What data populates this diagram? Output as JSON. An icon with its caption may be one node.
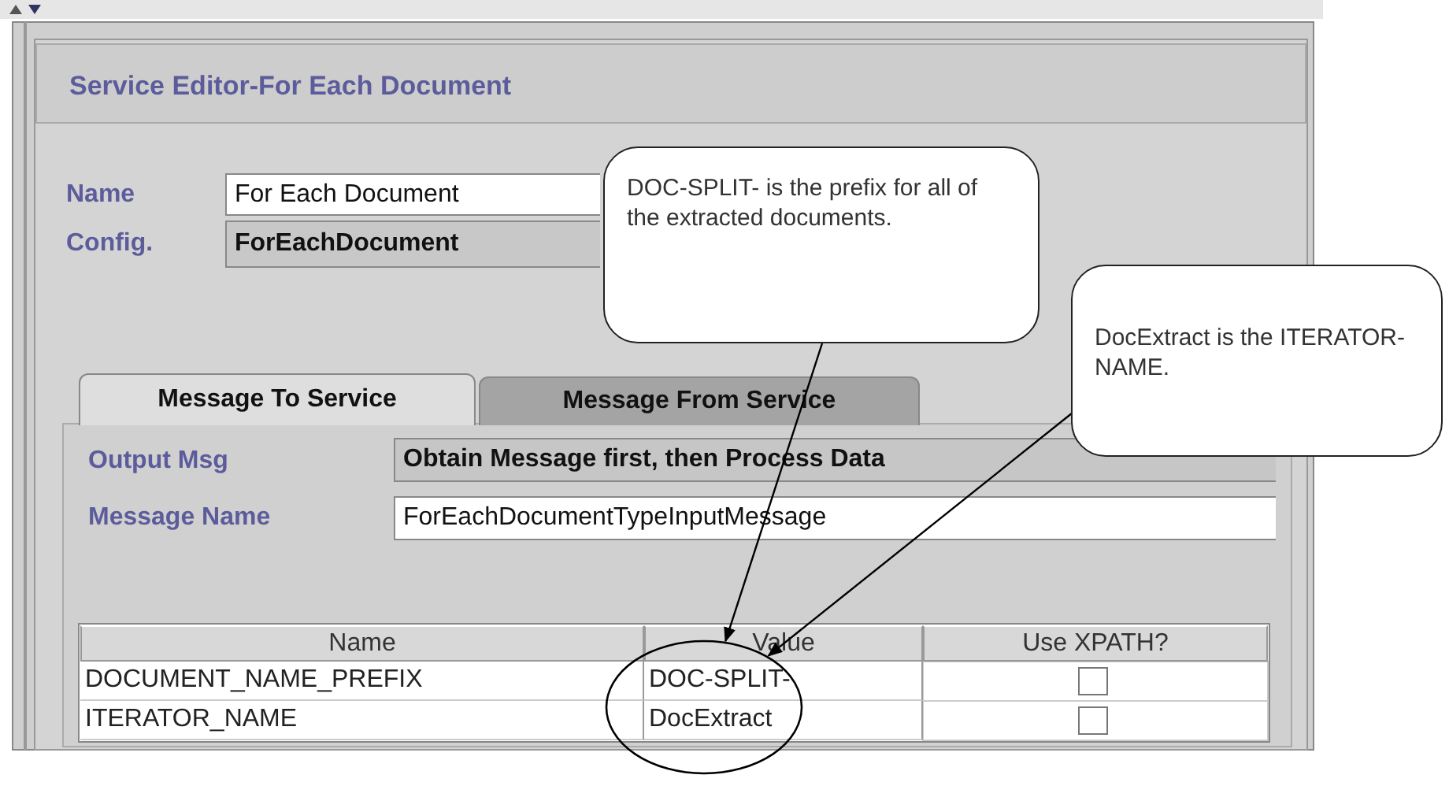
{
  "diagram": {
    "nodes": [
      {
        "text": [
          "DOC-SPLIT- is the prefix for all of the extracted documents."
        ]
      },
      {
        "text": [
          "DocExtract is the ITERATOR-NAME."
        ]
      },
      {
        "text": [],
        "shape": "ellipse"
      }
    ],
    "edges": [
      {
        "from": 0,
        "to": 2,
        "arrow": "to"
      },
      {
        "from": 1,
        "to": 2,
        "arrow": "to"
      }
    ],
    "labels": [
      "Service Editor-For Each Document",
      "Name",
      "For Each Document",
      "Config.",
      "ForEachDocument",
      "Message To Service",
      "Message From Service",
      "Output Msg",
      "Obtain Message first, then Process Data",
      "Message Name",
      "ForEachDocumentTypeInputMessage",
      "Name",
      "Value",
      "Use XPATH?",
      "DOCUMENT_NAME_PREFIX",
      "DOC-SPLIT-",
      "ITERATOR_NAME",
      "DocExtract"
    ]
  }
}
